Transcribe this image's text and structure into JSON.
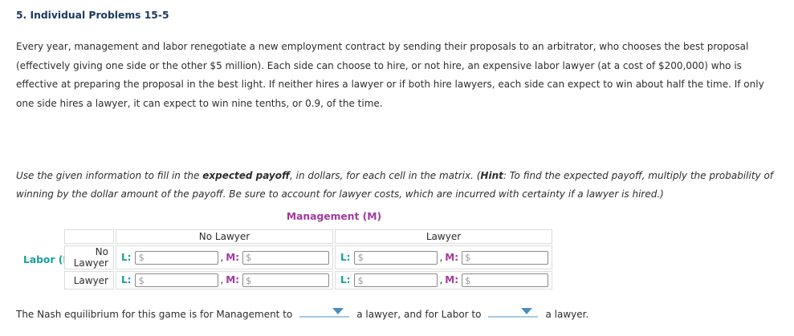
{
  "title": "5. Individual Problems 15-5",
  "intro": "Every year, management and labor renegotiate a new employment contract by sending their proposals to an arbitrator, who chooses the best proposal (effectively giving one side or the other $5 million). Each side can choose to hire, or not hire, an expensive labor lawyer (at a cost of $200,000) who is effective at preparing the proposal in the best light. If neither hires a lawyer or if both hire lawyers, each side can expect to win about half the time. If only one side hires a lawyer, it can expect to win nine tenths, or 0.9, of the time.",
  "instructions": {
    "seg1": "Use the given information to fill in the ",
    "emph1": "expected payoff",
    "seg2": ", in dollars, for each cell in the matrix. (",
    "emph2": "Hint",
    "seg3": ": To find the expected payoff, multiply the probability of winning by the dollar amount of the payoff. Be sure to account for lawyer costs, which are incurred with certainty if a lawyer is hired.)"
  },
  "matrix": {
    "column_player": "Management (M)",
    "row_player": "Labor (L)",
    "column_headers": [
      "No Lawyer",
      "Lawyer"
    ],
    "row_headers": [
      "No Lawyer",
      "Lawyer"
    ],
    "labor_label": "L:",
    "management_label": "M:",
    "separator": ",",
    "input_placeholder": "$",
    "inputs": {
      "r1c1": {
        "labor": "",
        "management": ""
      },
      "r1c2": {
        "labor": "",
        "management": ""
      },
      "r2c1": {
        "labor": "",
        "management": ""
      },
      "r2c2": {
        "labor": "",
        "management": ""
      }
    }
  },
  "nash": {
    "seg1": "The Nash equilibrium for this game is for Management to",
    "seg2": "a lawyer, and for Labor to",
    "seg3": "a lawyer.",
    "management_selection": "",
    "labor_selection": ""
  },
  "colors": {
    "title": "#1c3a60",
    "body": "#2d2d2d",
    "management": "#a2399e",
    "labor": "#16a098",
    "table_border": "#dcdcdc",
    "input_border": "#8a8a8a",
    "dropdown_underline": "#a4c9e3",
    "dropdown_arrow": "#4d8ebd"
  }
}
